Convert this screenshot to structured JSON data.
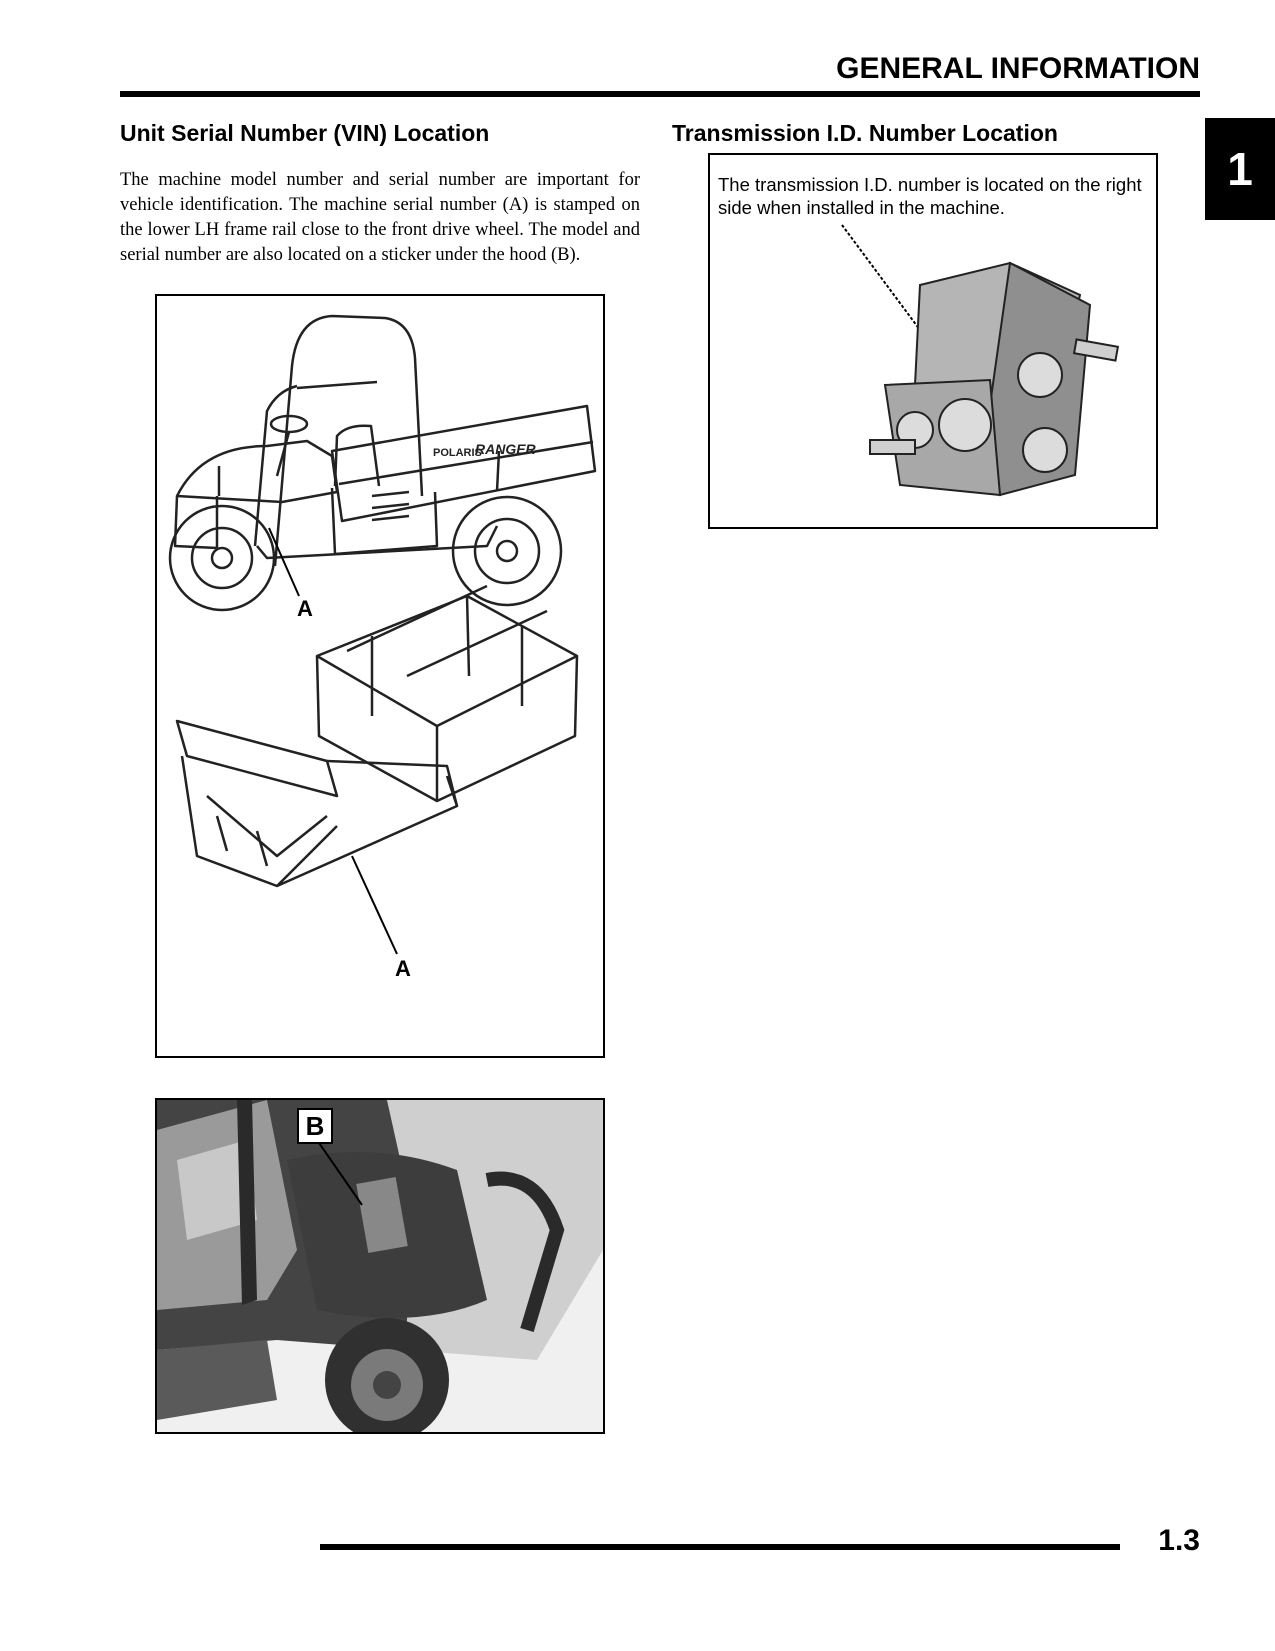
{
  "header": {
    "title": "GENERAL INFORMATION"
  },
  "chapter_tab": {
    "number": "1"
  },
  "left_section": {
    "heading": "Unit Serial Number (VIN) Location",
    "body": "The machine model number and serial number are important for vehicle identification. The machine serial number (A) is stamped on the lower LH frame rail close to the front drive wheel. The model and serial number are also located on a sticker under the hood (B).",
    "figure1": {
      "label_top": "A",
      "label_bottom": "A",
      "vehicle_badge": "RANGER",
      "vehicle_brand": "POLARIS"
    },
    "figure2": {
      "label": "B"
    }
  },
  "right_section": {
    "heading": "Transmission I.D. Number Location",
    "callout": "The transmission I.D. number is located on the right side when installed in the machine."
  },
  "footer": {
    "page_number": "1.3"
  }
}
